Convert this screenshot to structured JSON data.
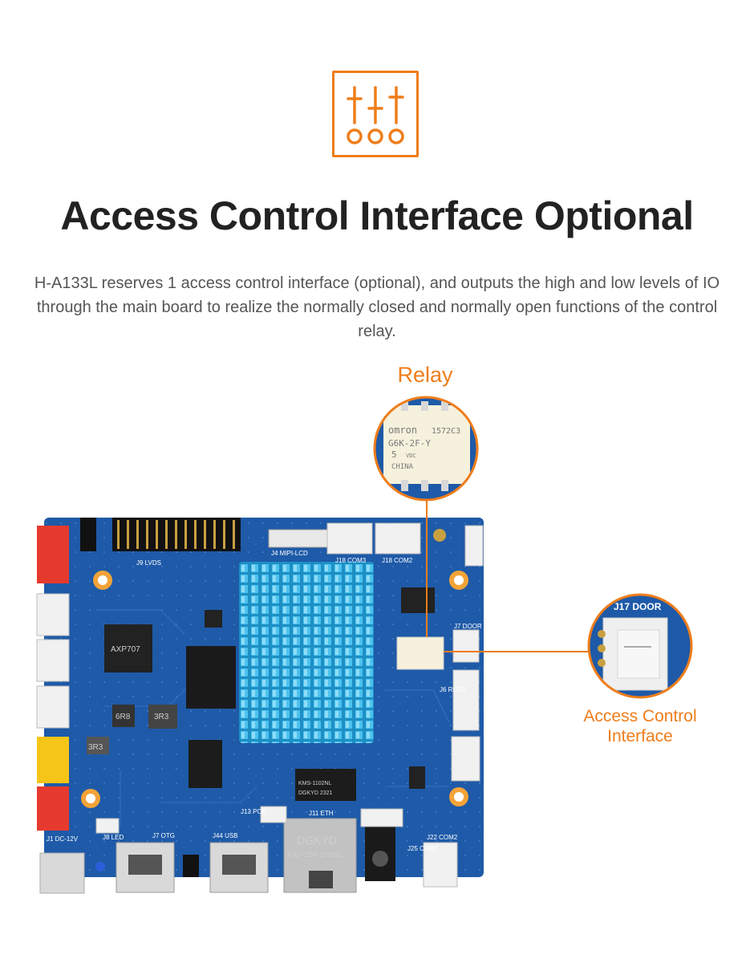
{
  "header": {
    "icon": "sliders-icon",
    "title": "Access Control Interface Optional",
    "description": "H-A133L reserves 1 access control interface (optional), and outputs the high and low levels of IO through the main board to realize the normally closed and normally open functions of the control relay."
  },
  "callouts": {
    "relay": {
      "label": "Relay",
      "zoom_text": [
        "omron",
        "1572C3",
        "G6K-2F-Y",
        "5",
        "VDC",
        "CHINA"
      ]
    },
    "access": {
      "label": "Access Control Interface",
      "zoom_text": "J17 DOOR"
    }
  },
  "board": {
    "connector_labels": [
      "J9 LVDS",
      "J4 MIPI-LCD",
      "J18 COM3",
      "J18 COM2",
      "J7 DOOR",
      "J6 RLED",
      "J1 DC-12V",
      "J8 LED",
      "J7 OTG",
      "J44 USB",
      "J13 POE",
      "J11 ETH",
      "J22 COM2",
      "J25 COM1"
    ],
    "chip_labels": [
      "AXP707",
      "6R8",
      "3R3",
      "3R3",
      "DGKYD",
      "KRJ-CB4-2YKSZ",
      "DGKYD 2321",
      "KMS-1102NL"
    ]
  },
  "colors": {
    "accent": "#ef7d1a",
    "title": "#222222",
    "body_text": "#555555",
    "pcb": "#1e5aa8",
    "heatsink": "#29a8df"
  }
}
